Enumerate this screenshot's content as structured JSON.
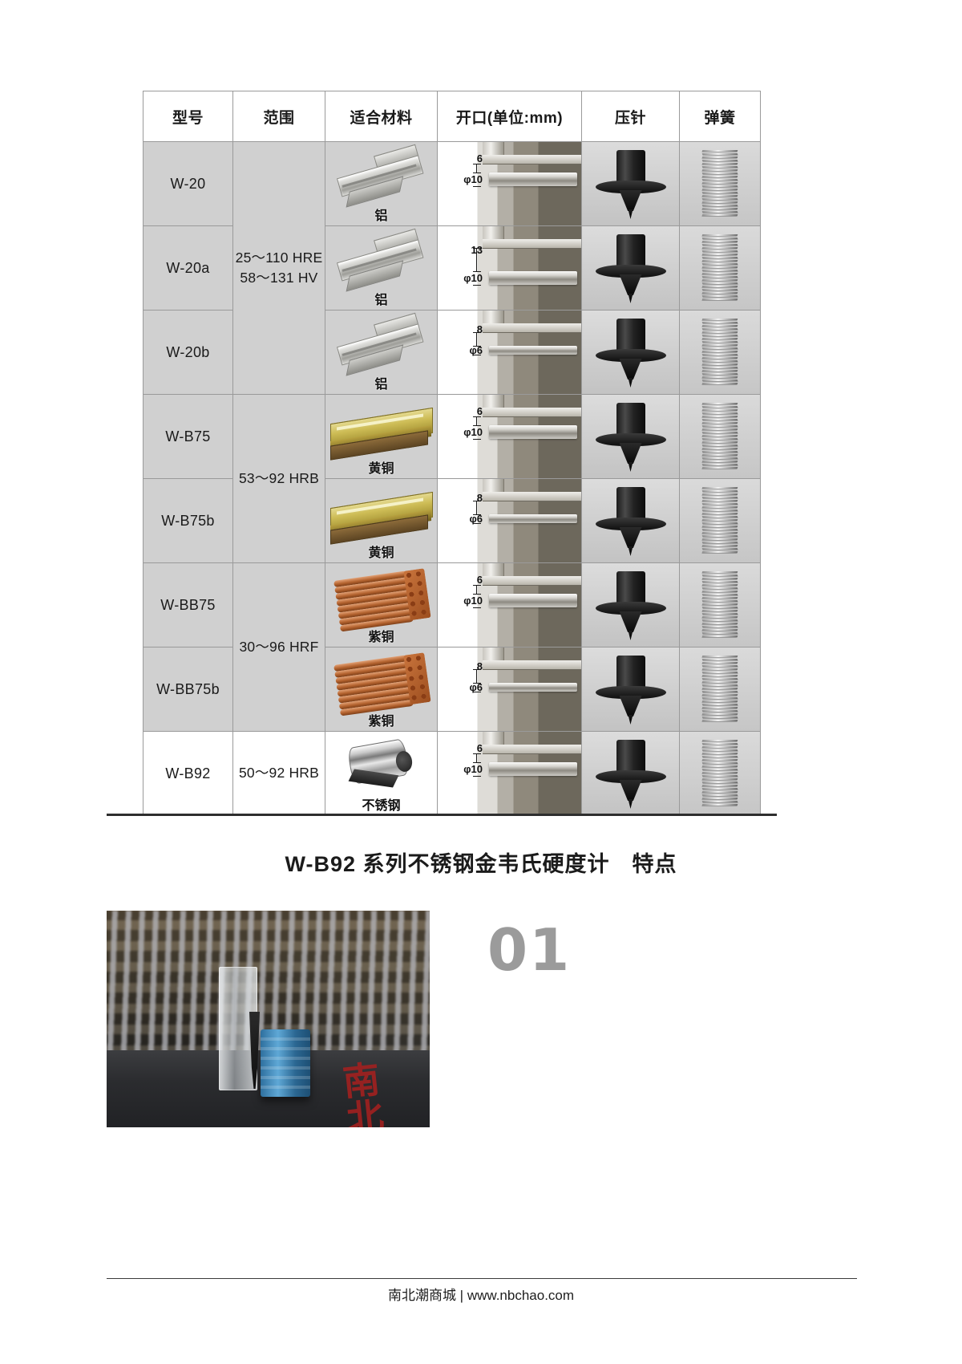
{
  "table": {
    "headers": [
      "型号",
      "范围",
      "适合材料",
      "开口(单位:mm)",
      "压针",
      "弹簧"
    ],
    "rows": [
      {
        "model": "W-20",
        "range": "",
        "material": "铝",
        "material_art": "aluminium",
        "open_top": "6",
        "open_bottom": "φ10",
        "shaded": true
      },
      {
        "model": "W-20a",
        "range": "25～110  HRE\n58～131  HV",
        "material": "铝",
        "material_art": "aluminium",
        "open_top": "13",
        "open_bottom": "φ10",
        "shaded": true
      },
      {
        "model": "W-20b",
        "range": "",
        "material": "铝",
        "material_art": "aluminium",
        "open_top": "8",
        "open_bottom": "φ6",
        "shaded": true
      },
      {
        "model": "W-B75",
        "range": "",
        "material": "黄铜",
        "material_art": "brass",
        "open_top": "6",
        "open_bottom": "φ10",
        "shaded": true
      },
      {
        "model": "W-B75b",
        "range": "53～92  HRB",
        "material": "黄铜",
        "material_art": "brass",
        "open_top": "8",
        "open_bottom": "φ6",
        "shaded": true
      },
      {
        "model": "W-BB75",
        "range": "",
        "material": "紫铜",
        "material_art": "copper",
        "open_top": "6",
        "open_bottom": "φ10",
        "shaded": true
      },
      {
        "model": "W-BB75b",
        "range": "30～96  HRF",
        "material": "紫铜",
        "material_art": "copper",
        "open_top": "8",
        "open_bottom": "φ6",
        "shaded": true
      },
      {
        "model": "W-B92",
        "range": "50～92  HRB",
        "material": "不锈钢",
        "material_art": "coil",
        "open_top": "6",
        "open_bottom": "φ10",
        "shaded": false
      }
    ]
  },
  "section": {
    "title": "W-B92 系列不锈钢金韦氏硬度计　特点",
    "number": "01"
  },
  "footer": {
    "text": "南北潮商城 | www.nbchao.com"
  },
  "colors": {
    "shaded_row": "#d0d0d0",
    "border": "#9a9a9a",
    "number": "#9b9b9b",
    "rule": "#2e2e2e"
  }
}
